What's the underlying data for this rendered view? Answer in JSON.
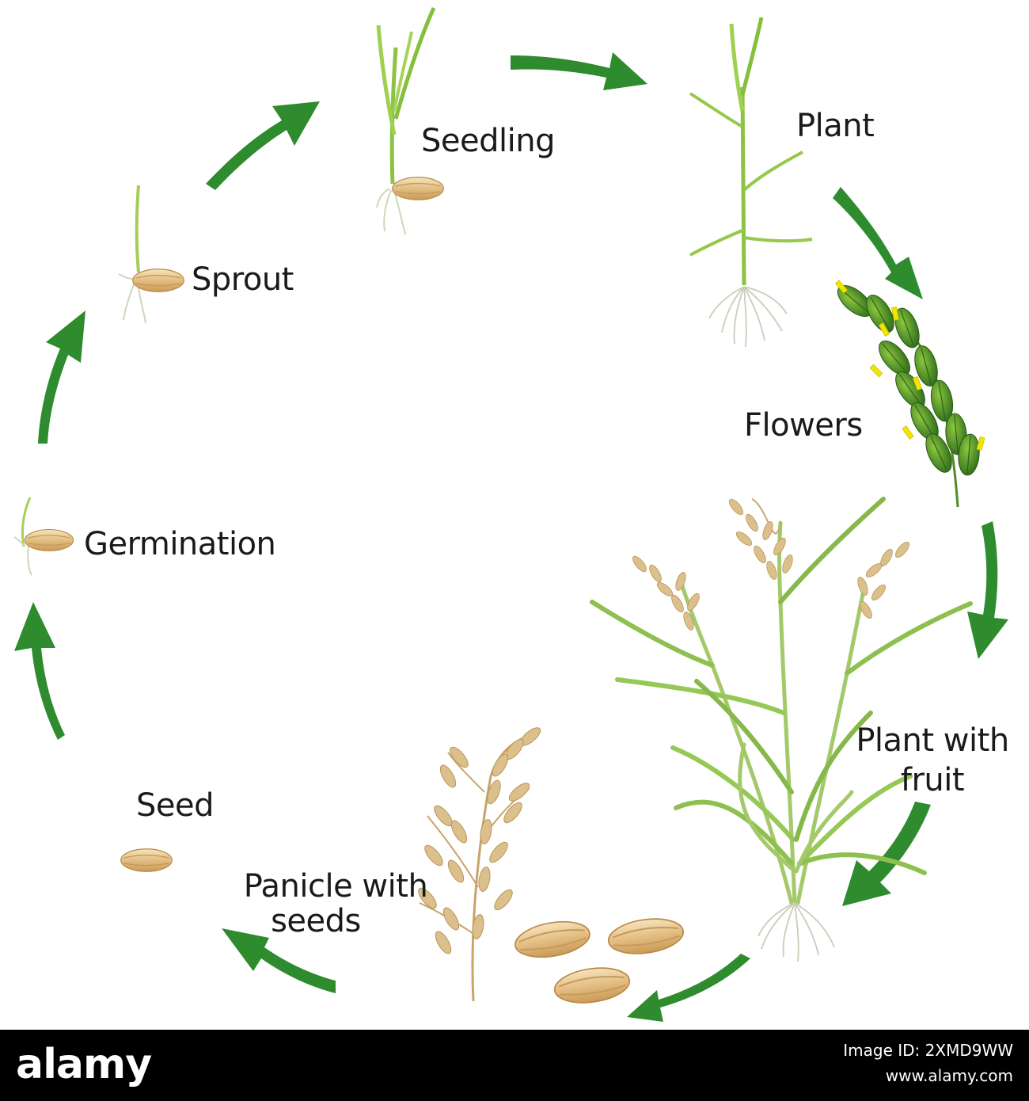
{
  "diagram": {
    "stages": {
      "seed": "Seed",
      "germination": "Germination",
      "sprout": "Sprout",
      "seedling": "Seedling",
      "plant": "Plant",
      "flowers": "Flowers",
      "plant_with_fruit_line1": "Plant with",
      "plant_with_fruit_line2": "fruit",
      "panicle_line1": "Panicle with",
      "panicle_line2": "seeds"
    },
    "colors": {
      "arrow": "#2e8b2e",
      "leaf": "#8cc63f",
      "seed": "#e8c48a",
      "flower": "#4f9a2a",
      "pollen": "#f2e600",
      "panicle": "#e2c48f"
    }
  },
  "footer": {
    "logo": "alamy",
    "image_id": "Image ID: 2XMD9WW",
    "url": "www.alamy.com"
  }
}
